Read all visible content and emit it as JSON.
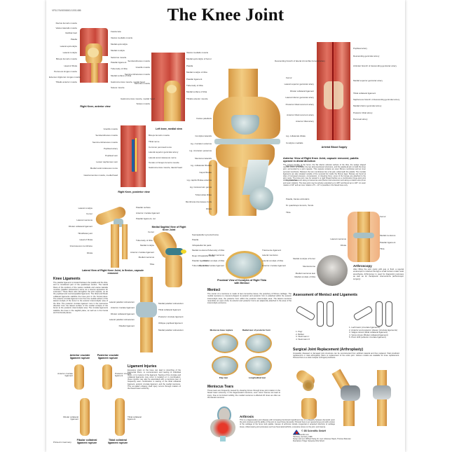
{
  "poster": {
    "title": "The Knee Joint",
    "code": "VR1176/4006661/1001486",
    "printed": "Printed in Germany"
  },
  "panels": {
    "anterior": {
      "caption": "Right Knee, anterior view",
      "labels_left": [
        "Rectus femoris muscle",
        "Vastus lateralis muscle",
        "Iliotibial tract",
        "Patella",
        "Lateral epicondyle",
        "Lateral condyle",
        "Biceps femoris muscle",
        "Head of fibula",
        "Peroneus longus muscle",
        "Extensor digitorum longus muscle",
        "Tibialis anterior muscle"
      ],
      "labels_right": [
        "Fascia lata",
        "Vastus medialis muscle",
        "Medial epicondyle",
        "Medial condyle",
        "Sartorius muscle",
        "Patellar ligament",
        "Tuberosity of tibia",
        "Medial surface of tibia",
        "Gastrocnemius muscle, medial head",
        "Soleus muscle"
      ]
    },
    "medial": {
      "caption": "Left knee, medial view",
      "labels_left": [
        "Semitendinosus muscle",
        "Gracilis muscle",
        "Semimembranosus muscle",
        "Sartorius muscle",
        "Gastrocnemius muscle, medial head",
        "Soleus muscle"
      ],
      "labels_right": [
        "Vastus medialis muscle",
        "Medial epicondyle of femur",
        "Patella",
        "Medial condyle of tibia",
        "Patellar ligament",
        "Tuberosity of tibia",
        "Medial surface of tibia",
        "Tibialis anterior muscle"
      ]
    },
    "posterior": {
      "caption": "Right Knee, posterior view",
      "labels_left": [
        "Gracilis muscle",
        "Semitendinosus muscle",
        "Semimembranosus muscle",
        "Popliteal artery",
        "Popliteal vein",
        "Lesser saphenous vein",
        "Medial sural cutaneous nerve",
        "Gastrocnemius muscle, medial head"
      ],
      "labels_right": [
        "Biceps femoris muscle",
        "Tibial nerve",
        "Common peroneal nerve",
        "Lateral superior genicular artery",
        "Lateral sural cutaneous nerve",
        "Tendon of biceps femoris muscle",
        "Gastrocnemius muscle, lateral head"
      ]
    },
    "center": {
      "caption": "Anterior View of Right Knee Joint, capsule removed, patella opened in distal direction",
      "labels_left": [
        "Facies patellaris",
        "Condylus lateralis",
        "Lig. cruciatum anterius",
        "Lig. cruciatum posterius",
        "Meniscus lateralis",
        "Lig. collaterale fibulare",
        "Caput fibulae",
        "Lig. capitis fibulae anterius",
        "Lig. transversum genus",
        "Tuberositas tibiae",
        "Membrana interossea cruris",
        "Fibula"
      ],
      "labels_right": [
        "Femur",
        "Lig. collaterale tibiale",
        "Condylus medialis",
        "Meniscus medialis",
        "Lig. patellae",
        "Patella, Facies articularis",
        "M. quadriceps femoris, Tendo",
        "Tibia"
      ],
      "text": "The curved condyle of the femur, the flat inferior articular surface of the tibia, the wedge shaped menisci, which lie between the two aforementioned structures, and the patella all join to build the knee joint, surrounded by a joint capsule. This capsule contains an outer fibrous membrane and an inner synovial membrane. Between the two membranes lies a fat pad, underneath the patella. The cruciate ligaments are also situated outside of the synovial but inside the fibrous layer. Bursae are found at sites of increased pressure, compression, or shearing force; some of the bursae are attached to the joint cavity. The knee joint may be viewed in a rigid hinged fashion as a combination hinge-pivot joint which allows movement along a transverse axis (flexion and extension) and along a rotation axis (inner and outer rotation). The knee joint may be actively extended up to 180° and flexed up to 130°. An outer rotation of 40° and an inner rotation of 5 – 10° is possible in the flexed knee only."
    },
    "arterial": {
      "caption": "Arterial Blood Supply",
      "labels_left": [
        "Descending branch of lateral circumflex femoral artery",
        "Lateral superior genicular artery",
        "Fibular collateral ligament",
        "Lateral inferior genicular artery",
        "Posterior tibial recurrent artery",
        "Anterior tibial recurrent artery",
        "Anterior tibial artery"
      ],
      "labels_right": [
        "Popliteal artery",
        "Descending genicular artery",
        "Articular branch of descending genicular artery",
        "Medial superior genicular artery",
        "Tibial collateral ligament",
        "Saphenous branch of descending genicular artery",
        "Medial inferior genicular artery",
        "Posterior tibial artery",
        "Peroneal artery"
      ]
    },
    "lateral_flexion": {
      "caption": "Lateral View of Right Knee Joint, in flexion, capsule removed",
      "labels_left": [
        "Lateral condyle",
        "Femur",
        "Lateral meniscus",
        "Fibular collateral ligament",
        "Tibiofibular joint",
        "Head of fibula",
        "Interosseous membrane",
        "Fibula"
      ],
      "labels_right": [
        "Patellar surface",
        "Anterior cruciate ligament",
        "Patellar ligament, cut",
        "Tuberosity of tibia"
      ]
    },
    "sagittal": {
      "caption": "Medial Sagittal View of Right Knee Joint",
      "labels_left": [
        "Femur",
        "Medial condyle",
        "Anterior cruciate ligament",
        "Medial meniscus",
        "Tibia"
      ],
      "labels_right": [
        "Suprapatellar synovial bursa",
        "Patella",
        "Infrapatellar fat pads",
        "Medial meniscus",
        "Deep infrapatellar bursa",
        "Patellar ligament",
        "Tuberosity of tibia"
      ]
    },
    "tibia_top": {
      "caption": "Proximal View of Condyles of Right Tibia with Menisci",
      "labels_left": [
        "Tuberosity of tibia",
        "Medial meniscus",
        "Medial condyle of tibia",
        "Posterior cruciate ligament"
      ],
      "labels_right": [
        "Transverse ligament",
        "Lateral meniscus",
        "Lateral condyle of tibia",
        "Anterior cruciate ligament"
      ]
    },
    "arthroscopy": {
      "title": "Arthroscopy",
      "labels": [
        "Femur",
        "Lateral meniscus",
        "Medial meniscus",
        "Fibula",
        "Patellar ligament",
        "Tibia",
        "Medial condyle of femur",
        "Meniscotome",
        "Medial meniscus tear",
        "Medial condyle of tibia"
      ],
      "text": "After filling the joint cavity with gas or fluid, a special endoscope is inserted through a small incision under local anesthesia. Arthroscopy is used for diagnostic purposes as well as for therapeutic interventions (arthroscopic surgery)."
    },
    "knee_ligaments": {
      "title": "Knee Ligaments",
      "text": "The patellar ligament is located between the patella and the tibia, and is considered part of the quadriceps tendon. The lateral fibers of the tendons of the vastus medialis and vastus lateralis muscles (patellar retinaculum) serve as a reserve apparatus for extension. These fibers also strengthen the joint capsule, as do the popliteal and meniscopatellar ligaments. The tibial and fibular collateral ligaments stabilize the knee joint in the frontal plane. The anterior cruciate ligament runs from the medial surface of the lateral condyle of the femur to the anterior intercondylar area of the tibia. The posterior cruciate ligament runs in the transverse direction from the lateral surface of the medial condyle of the femur to the posterior intercondylar area. The cruciate ligaments stabilize the knee in the sagittal plane, as well as in the frontal and horizontal planes.",
      "labels_left": [
        "Lateral patellar retinaculum",
        "Anterior cruciate ligament",
        "Fibular collateral ligament",
        "Lateral patellar retinaculum",
        "Patellar ligament"
      ],
      "labels_right": [
        "Medial patellar retinaculum",
        "Tibial collateral ligament",
        "Posterior cruciate ligament",
        "Oblique popliteal ligament",
        "Medial patellar retinaculum"
      ]
    },
    "injuries": {
      "title": "Ligament Injuries",
      "text": "Excessive strain on the knee can lead to stretching of the ligamental fibers, to overextension and tearing of individual fibers, or to rupture of the ligament. Tearing of the cruciate and collateral ligaments may occur in isolation or in combination; these injuries may also be associated with a meniscus tear. A frequently seen combination is tearing of the tibial collateral ligament, anterior cruciate ligament, and the medial meniscus. This so-called unhappy triad injury occurs through rotation of the flexed lower extremity.",
      "figures": [
        {
          "caption": "Anterior cruciate ligament rupture",
          "label": "Anterior cruciate ligament"
        },
        {
          "caption": "Posterior cruciate ligament rupture",
          "label": "Posterior cruciate ligament"
        },
        {
          "caption": "Fibular collateral ligament rupture",
          "label": "Fibular collateral ligament"
        },
        {
          "caption": "Tibial collateral ligament rupture",
          "label": "Tibial collateral ligament"
        }
      ]
    },
    "menisci": {
      "title": "Menisci",
      "text": "The center of a meniscus is made of taut connective tissue; the periphery of fibrous cartilage. The medial meniscus is crescent-shaped; its anterior and posterior horn is attached within the anterior intercondyle area, the posterior horn within the posterior intercondyle area. The lateral meniscus resembles an open circle; its anterior and posterior horns are adjacently attached in the area of the intercondyle eminence.",
      "tears": [
        "Meniscus base rupture",
        "Radial tear of posterior horn",
        "Flap tear",
        "Longitudinal tear"
      ]
    },
    "meniscus_tears": {
      "title": "Meniscus Tears",
      "text": "These tears are frequently caused by shearing forces through knee joint rotation in the flexed lower extremity. In the degenerated meniscus, even minor trauma can lead to injury. Due to its limited mobility, the medial meniscus is affected 20 times as often as the lateral meniscus."
    },
    "assessment": {
      "title": "Assessment of Menisci and Ligaments",
      "list_a": [
        "1. Payr",
        "2. Böhler",
        "3. Steinmann I",
        "4. Steinmann II"
      ],
      "list_b": [
        "1. Lachmann (cruciate ligaments)",
        "2. Anterior and posterior drawer (cruciate ligaments)",
        "3. Valgus stress (tibial collateral ligament)",
        "4. Varus stress (fibular collateral ligament)",
        "5. Pivot shift (anterior cruciate ligament)"
      ]
    },
    "arthrosis": {
      "title": "Arthrosis",
      "text": "This is a degenerative joint disease with increasing functional impediment due to a disparity between demands upon the joint structure and the ability of the joint to meet those demands. Pictured here is an opened knee joint with erosion of the cartilage of the femur and patella. Causes of arthrosis include congenital or acquired inferiority of cartilage tissue, inflammatory joint processes such as rheumatoid arthritis, excessive stress on the joint, and trauma."
    },
    "replacement": {
      "title": "Surgical Joint Replacement (Arthroplasty)",
      "text": "Irreparably diseased or damaged joint structures can be reconstructed from artificial material and thus replaced. Total prosthetic replacement or total arthroplasty refers to replacement of the entire joint. Various models are available for knee replacement. Pictured here is a total condylar unhinged prosthesis."
    },
    "publisher": {
      "name": "© 3B Scientific GmbH",
      "site": "www.3bscientific.com",
      "city": "Hamburg, Germany, 1998",
      "design": "Design and text: Wilfried Hertig, Dr. med. Johannes Haeck, Thorsten Bolender",
      "illus": "Illustrations: Holger Vanselow, Dilis Schulz"
    }
  }
}
